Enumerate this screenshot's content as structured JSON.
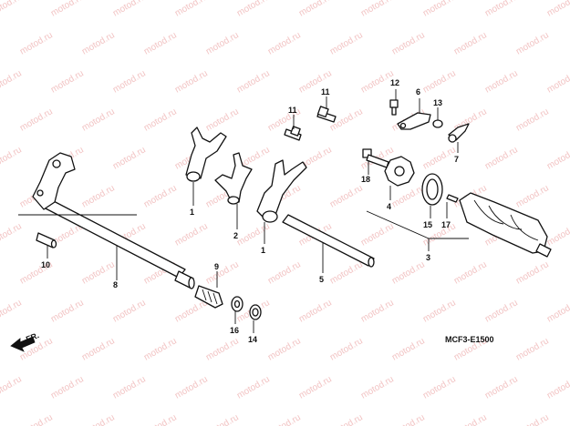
{
  "watermark_text": "motod.ru",
  "diagram_code": "MCF3-E1500",
  "front_arrow_label": "FR.",
  "callouts": {
    "c1a": "1",
    "c1b": "1",
    "c2": "2",
    "c3": "3",
    "c4": "4",
    "c5": "5",
    "c6": "6",
    "c7": "7",
    "c8": "8",
    "c9": "9",
    "c10": "10",
    "c11a": "11",
    "c11b": "11",
    "c12": "12",
    "c13": "13",
    "c14": "14",
    "c15": "15",
    "c16": "16",
    "c17": "17",
    "c18": "18"
  }
}
